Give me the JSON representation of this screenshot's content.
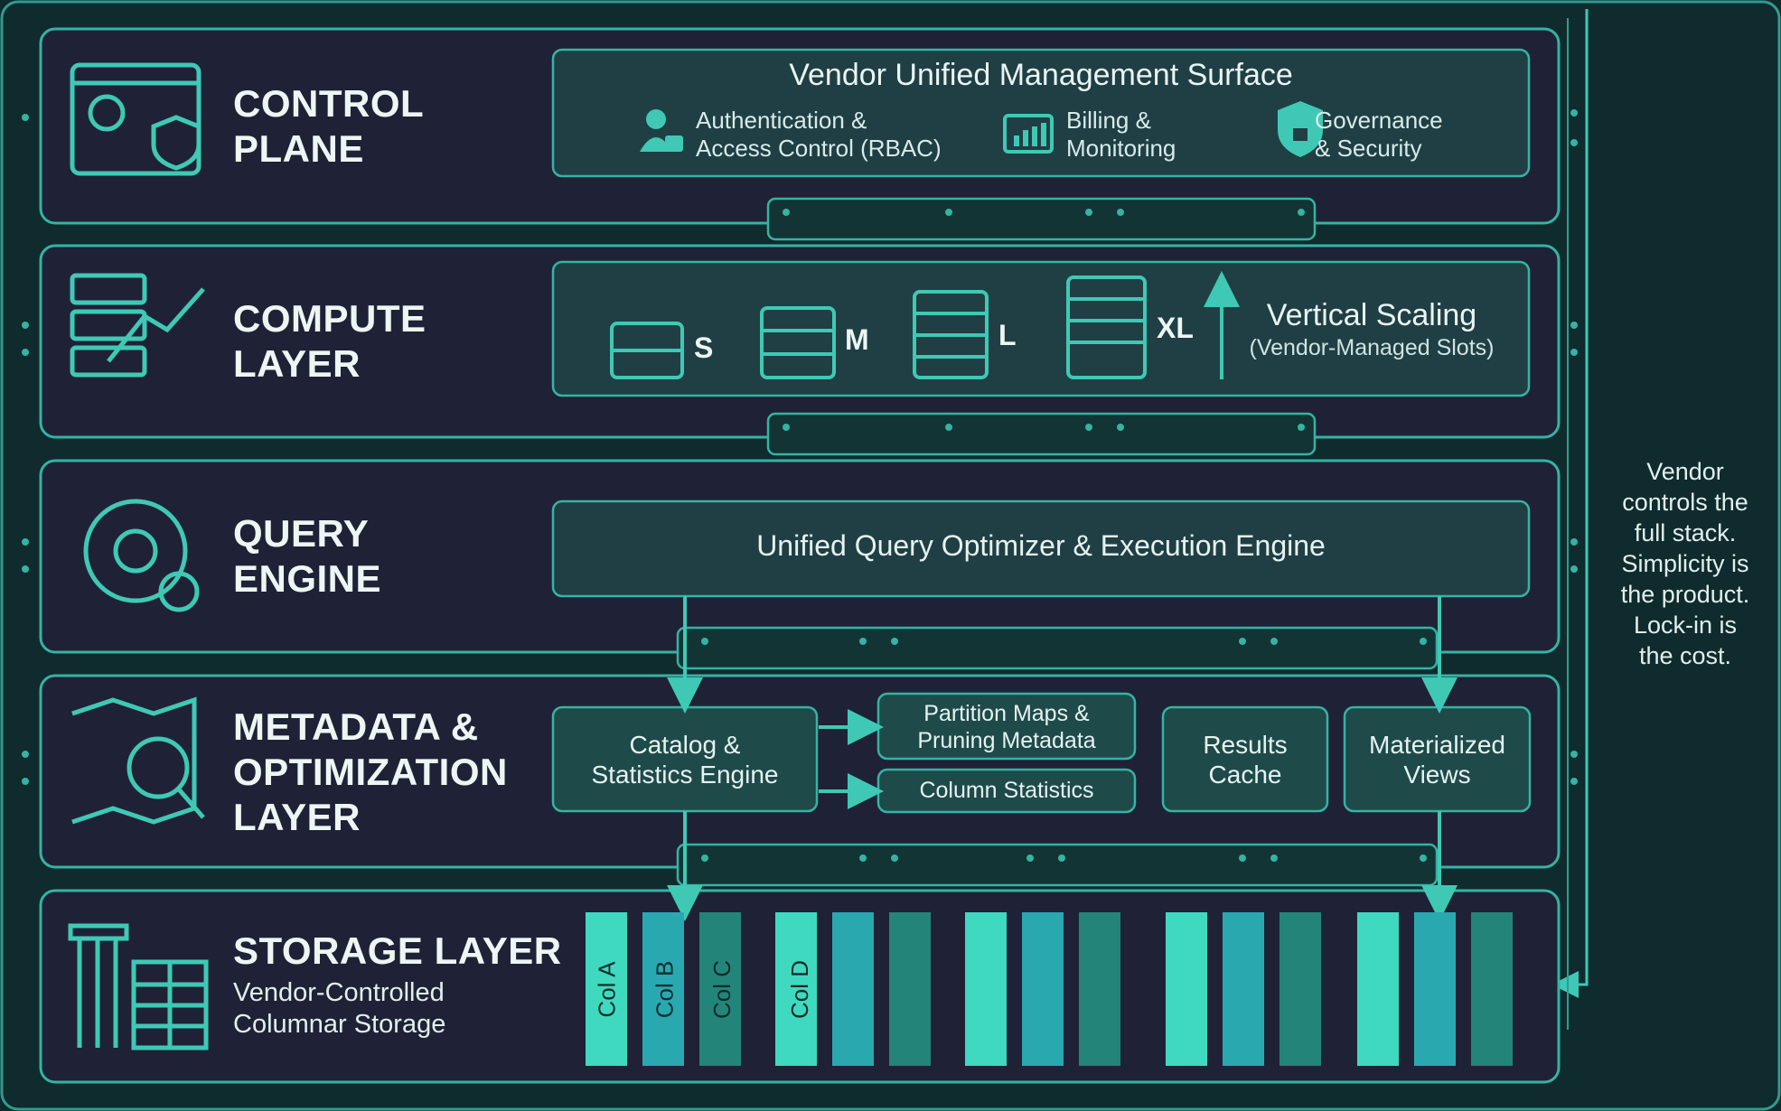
{
  "layers": {
    "control": {
      "title_line1": "CONTROL",
      "title_line2": "PLANE"
    },
    "compute": {
      "title_line1": "COMPUTE",
      "title_line2": "LAYER"
    },
    "query": {
      "title_line1": "QUERY",
      "title_line2": "ENGINE"
    },
    "metadata": {
      "title_line1": "METADATA &",
      "title_line2": "OPTIMIZATION",
      "title_line3": "LAYER"
    },
    "storage": {
      "title": "STORAGE LAYER",
      "subtitle_line1": "Vendor-Controlled",
      "subtitle_line2": "Columnar Storage"
    }
  },
  "control_plane": {
    "title": "Vendor Unified Management Surface",
    "items": [
      {
        "icon": "user-lock-icon",
        "line1": "Authentication &",
        "line2": "Access Control (RBAC)"
      },
      {
        "icon": "bar-chart-icon",
        "line1": "Billing &",
        "line2": "Monitoring"
      },
      {
        "icon": "shield-lock-icon",
        "line1": "Governance",
        "line2": "& Security"
      }
    ]
  },
  "compute": {
    "sizes": [
      "S",
      "M",
      "L",
      "XL"
    ],
    "scaling_line1": "Vertical Scaling",
    "scaling_line2": "(Vendor-Managed Slots)"
  },
  "query_engine": {
    "label": "Unified Query Optimizer & Execution Engine"
  },
  "metadata": {
    "catalog_line1": "Catalog &",
    "catalog_line2": "Statistics Engine",
    "partition_line1": "Partition Maps &",
    "partition_line2": "Pruning Metadata",
    "column_stats": "Column Statistics",
    "results_line1": "Results",
    "results_line2": "Cache",
    "views_line1": "Materialized",
    "views_line2": "Views"
  },
  "storage": {
    "columns": [
      "Col A",
      "Col B",
      "Col C",
      "Col D"
    ]
  },
  "side_note": {
    "line1": "Vendor",
    "line2": "controls the",
    "line3": "full stack.",
    "line4": "Simplicity is",
    "line5": "the product.",
    "line6": "Lock-in is",
    "line7": "the cost."
  },
  "colors": {
    "background": "#0e2a2c",
    "panel": "#1e2234",
    "accent": "#3fc9b5",
    "box": "#1f4a4a",
    "bar_light": "#3fd9c0",
    "bar_mid": "#2aa8b0",
    "bar_dark": "#23847a"
  }
}
